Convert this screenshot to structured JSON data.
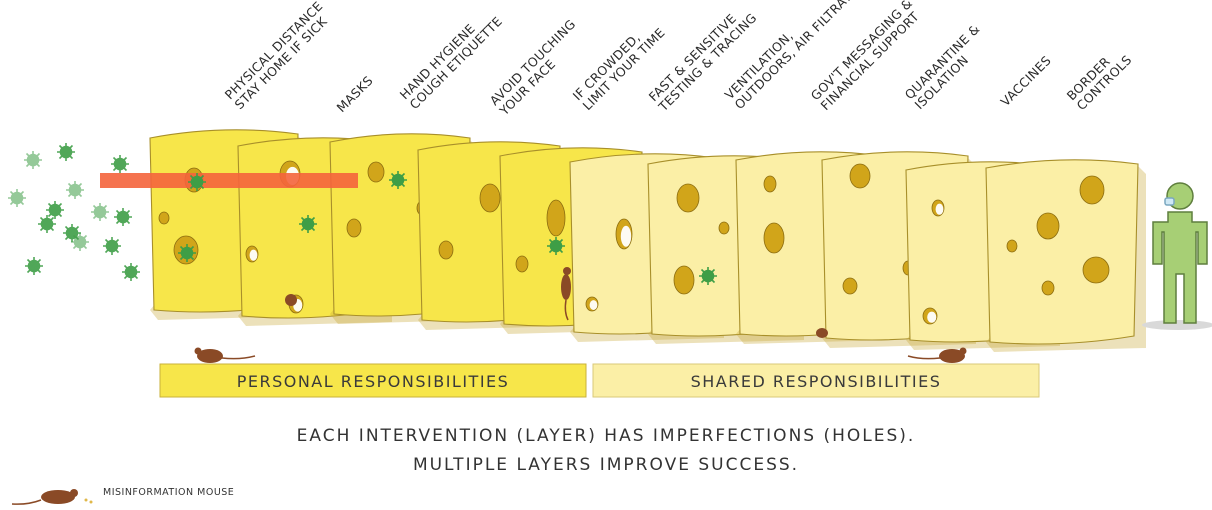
{
  "layers": [
    {
      "line1": "PHYSICAL DISTANCE",
      "line2": "STAY HOME IF SICK"
    },
    {
      "line1": "MASKS",
      "line2": ""
    },
    {
      "line1": "HAND HYGIENE",
      "line2": "COUGH ETIQUETTE"
    },
    {
      "line1": "AVOID TOUCHING",
      "line2": "YOUR FACE"
    },
    {
      "line1": "IF CROWDED,",
      "line2": "LIMIT YOUR TIME"
    },
    {
      "line1": "FAST & SENSITIVE",
      "line2": "TESTING & TRACING"
    },
    {
      "line1": "VENTILATION,",
      "line2": "OUTDOORS, AIR FILTRATION"
    },
    {
      "line1": "GOV'T MESSAGING &",
      "line2": "FINANCIAL SUPPORT"
    },
    {
      "line1": "QUARANTINE &",
      "line2": "ISOLATION"
    },
    {
      "line1": "VACCINES",
      "line2": ""
    },
    {
      "line1": "BORDER",
      "line2": "CONTROLS"
    }
  ],
  "banner": {
    "personal": "PERSONAL RESPONSIBILITIES",
    "shared": "SHARED RESPONSIBILITIES"
  },
  "caption": {
    "line1": "EACH INTERVENTION (LAYER) HAS IMPERFECTIONS (HOLES).",
    "line2": "MULTIPLE LAYERS IMPROVE SUCCESS."
  },
  "legend": {
    "mouse_label": "MISINFORMATION MOUSE"
  },
  "colors": {
    "cheese_personal": "#f7e64a",
    "cheese_shared": "#fbefa6",
    "hole": "#d1a51a",
    "arrow": "#f4643c",
    "virus": "#3f9e46",
    "mouse": "#8a4a26",
    "person": "#a7cf75"
  }
}
